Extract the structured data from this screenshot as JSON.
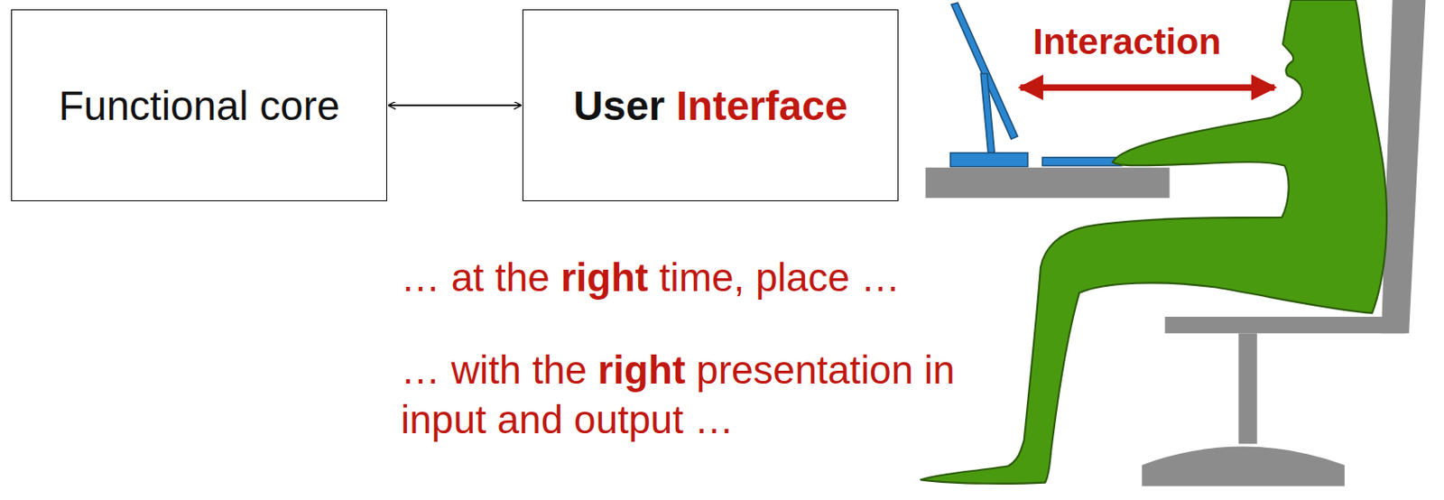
{
  "diagram": {
    "nodes": [
      {
        "text": [
          "Functional core"
        ]
      },
      {
        "text": [
          "User Interface"
        ]
      }
    ],
    "edges": [
      {
        "from": 0,
        "to": 1,
        "arrow": "both"
      }
    ],
    "labels": [
      "Interaction",
      "… at the right time, place …",
      "… with the right presentation in input and output …"
    ]
  }
}
